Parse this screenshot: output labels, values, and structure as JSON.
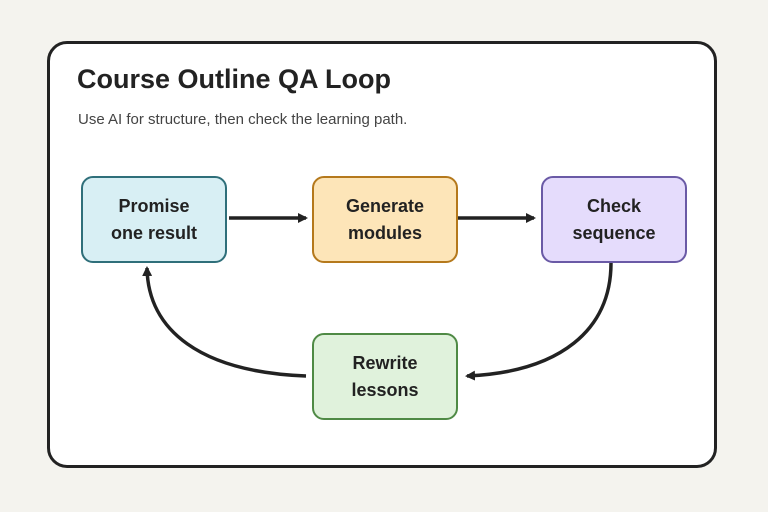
{
  "diagram": {
    "title": "Course Outline QA Loop",
    "subtitle": "Use AI for structure, then check the learning path.",
    "nodes": {
      "promise": {
        "line1": "Promise",
        "line2": "one result"
      },
      "generate": {
        "line1": "Generate",
        "line2": "modules"
      },
      "check": {
        "line1": "Check",
        "line2": "sequence"
      },
      "rewrite": {
        "line1": "Rewrite",
        "line2": "lessons"
      }
    },
    "edges": [
      {
        "from": "promise",
        "to": "generate"
      },
      {
        "from": "generate",
        "to": "check"
      },
      {
        "from": "check",
        "to": "rewrite"
      },
      {
        "from": "rewrite",
        "to": "promise"
      }
    ],
    "colors": {
      "promise_fill": "#d8eff4",
      "generate_fill": "#fde5b8",
      "check_fill": "#e5dcfc",
      "rewrite_fill": "#e0f2dc",
      "arrow": "#222222"
    }
  }
}
